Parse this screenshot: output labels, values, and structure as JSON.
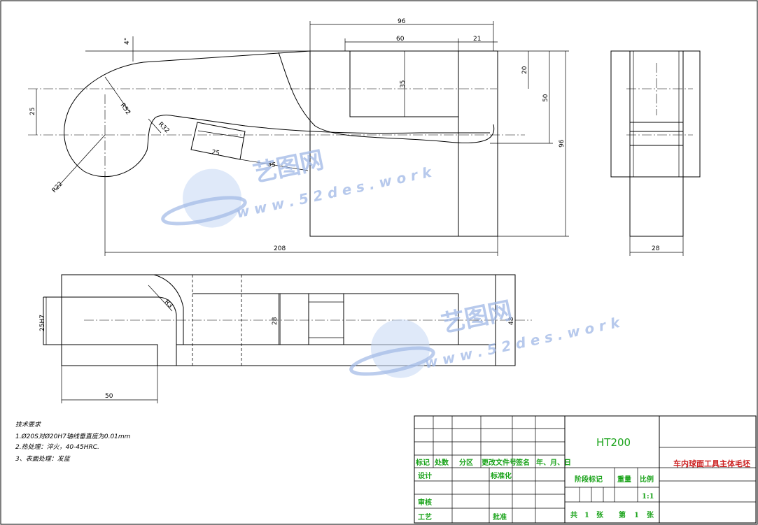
{
  "dimensions": {
    "d96_top": "96",
    "d60": "60",
    "d21": "21",
    "d4deg": "4°",
    "d35": "35",
    "d20": "20",
    "d50": "50",
    "d96_right": "96",
    "d25_left": "25",
    "r52": "R52",
    "r32": "R32",
    "r22": "R22",
    "d25_slot": "25",
    "d35_slot": "35",
    "d208": "208",
    "d28_side": "28",
    "d25h7": "25H7",
    "r3": "R3",
    "d28_mid": "28",
    "d48": "48",
    "d50_bottom": "50"
  },
  "tech_notes": {
    "title": "技术要求",
    "line1": "1.Ø20S对Ø20H7轴线垂直度为0.01mm",
    "line2": "2.热处理：淬火，40-45HRC.",
    "line3": "3、表面处理：发蓝"
  },
  "title_block": {
    "material": "HT200",
    "part_name": "车内球面工具主体毛坯",
    "headers": {
      "mark": "标记",
      "count": "处数",
      "zone": "分区",
      "doc_no": "更改文件号",
      "sign": "签名",
      "date": "年、月、日"
    },
    "roles": {
      "design": "设计",
      "check": "审核",
      "process": "工艺",
      "standard": "标准化",
      "approve": "批准"
    },
    "stage_mark": "阶段标记",
    "weight": "重量",
    "scale_label": "比例",
    "scale": "1:1",
    "total_label": "共",
    "total": "1",
    "sheet_unit": "张",
    "sheet_label": "第",
    "sheet": "1",
    "sheet_unit2": "张"
  },
  "watermark": {
    "cn": "艺图网",
    "url": "w w w . 5 2 d e s . w o r k"
  },
  "colors": {
    "green": "#1aa31a",
    "red": "#cc1f1f",
    "watermark": "#9fb8e6"
  }
}
